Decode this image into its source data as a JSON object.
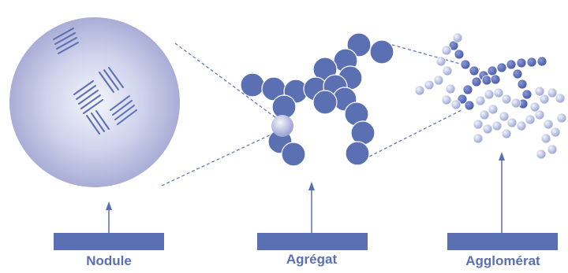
{
  "labels": {
    "nodule": "Nodule",
    "agregat": "Agrégat",
    "agglomerat": "Agglomérat"
  },
  "colors": {
    "particle": "#5b6fb3",
    "particle_light": "#a6b0dc",
    "nodule_center": "#f4f5fb",
    "nodule_edge": "#a9add6",
    "bar": "#5b6fb3",
    "dashed_line": "#5b6fb3",
    "label_text": "#5b6fb3"
  }
}
